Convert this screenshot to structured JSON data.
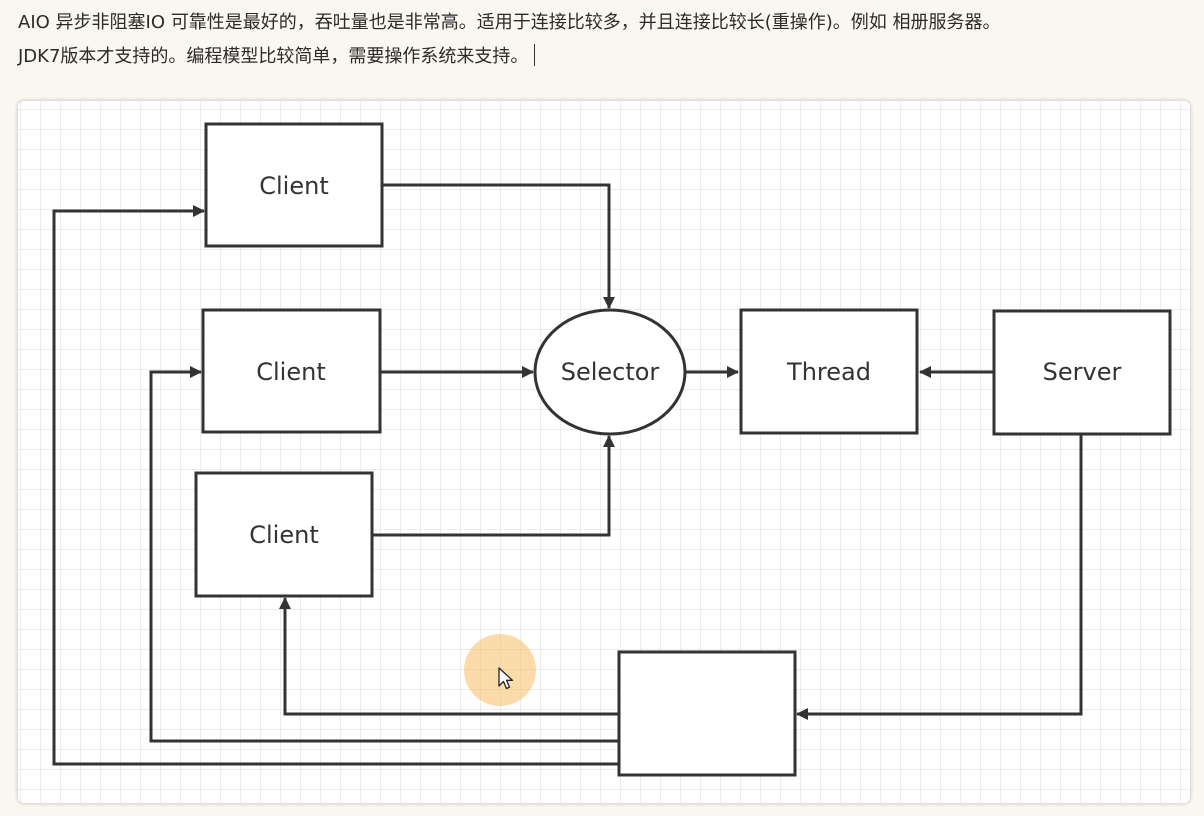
{
  "document": {
    "line1": "AIO 异步非阻塞IO 可靠性是最好的，吞吐量也是非常高。适用于连接比较多，并且连接比较长(重操作)。例如 相册服务器。",
    "line2": "JDK7版本才支持的。编程模型比较简单，需要操作系统来支持。"
  },
  "diagram": {
    "nodes": {
      "client_top": "Client",
      "client_middle": "Client",
      "client_bottom": "Client",
      "selector": "Selector",
      "thread": "Thread",
      "server": "Server",
      "unlabeled_box": ""
    },
    "colors": {
      "stroke": "#333333",
      "card_background": "#ffffff",
      "grid": "#ececec",
      "page_background": "#faf6f0",
      "cursor_highlight": "#f7be64"
    }
  },
  "cursor": {
    "icon": "mouse-pointer-icon"
  }
}
